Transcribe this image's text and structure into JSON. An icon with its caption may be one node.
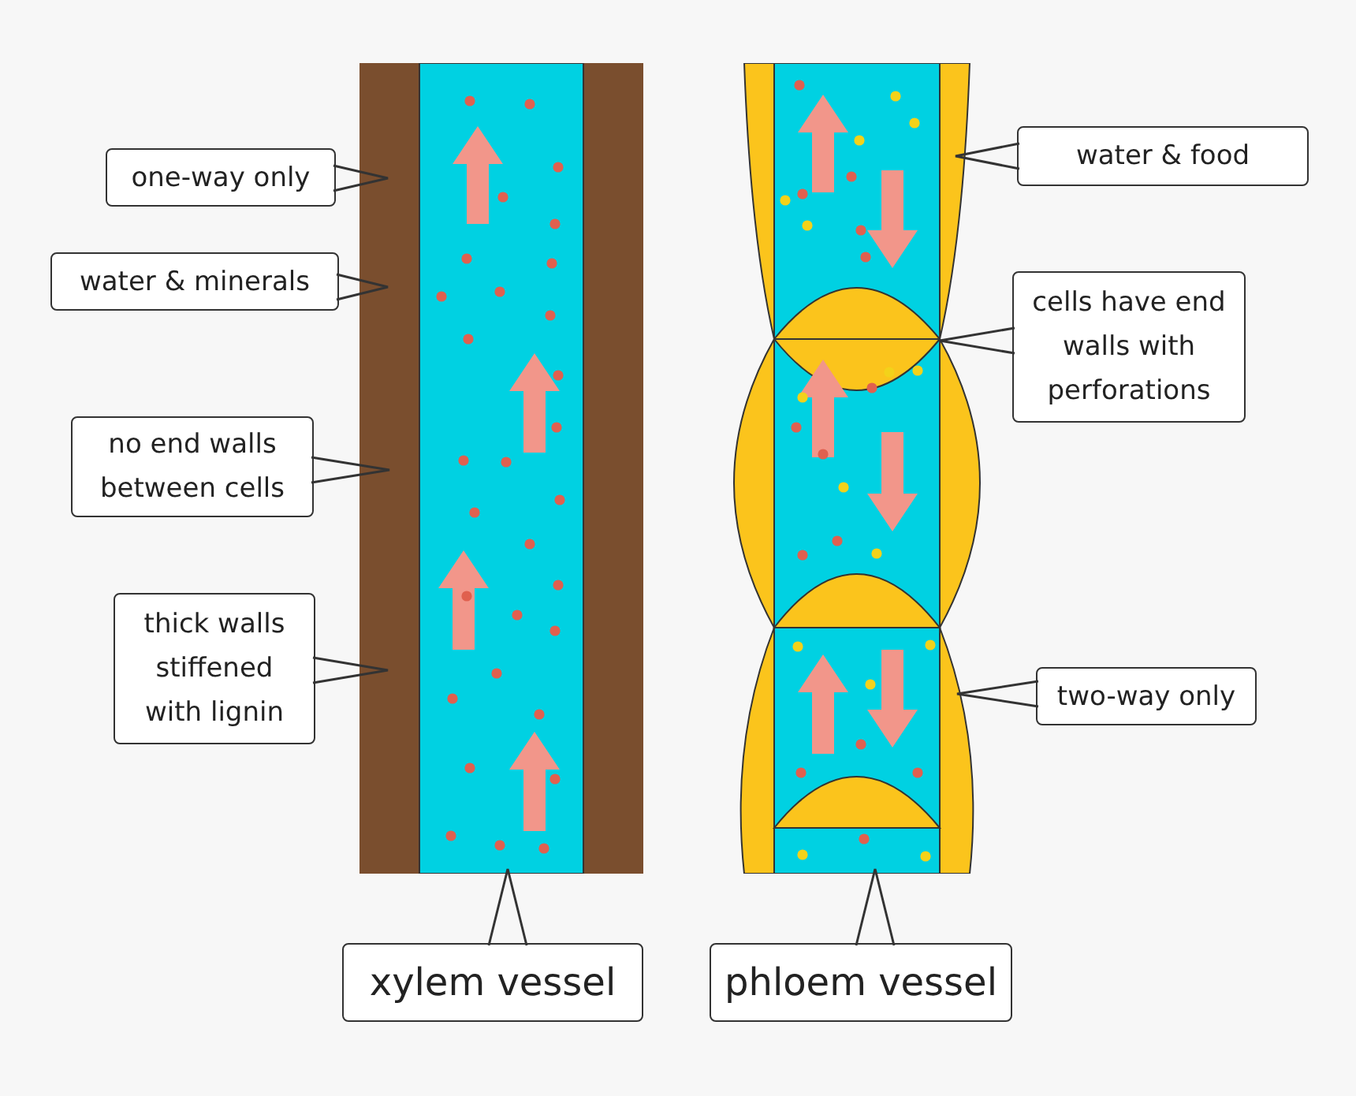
{
  "diagram": {
    "nodes": [
      {
        "text": [],
        "shape": "picture"
      },
      {
        "text": [],
        "shape": "picture"
      },
      {
        "text": [
          "one-way only"
        ]
      },
      {
        "text": [
          "water & minerals"
        ]
      },
      {
        "text": [
          "no end walls between cells"
        ]
      },
      {
        "text": [
          "thick walls stiffened with lignin"
        ]
      },
      {
        "text": [
          "water & food"
        ]
      },
      {
        "text": [
          "cells have end walls with perforations"
        ]
      },
      {
        "text": [
          "two-way only"
        ]
      },
      {
        "text": [
          "xylem vessel"
        ]
      },
      {
        "text": [
          "phloem vessel"
        ]
      }
    ],
    "edges": [
      {
        "from": 2,
        "to": 0,
        "arrow": "none"
      },
      {
        "from": 3,
        "to": 0,
        "arrow": "none"
      },
      {
        "from": 4,
        "to": 0,
        "arrow": "none"
      },
      {
        "from": 5,
        "to": 0,
        "arrow": "none"
      },
      {
        "from": 6,
        "to": 1,
        "arrow": "none"
      },
      {
        "from": 7,
        "to": 1,
        "arrow": "none"
      },
      {
        "from": 8,
        "to": 1,
        "arrow": "none"
      },
      {
        "from": 9,
        "to": 0,
        "arrow": "none"
      },
      {
        "from": 10,
        "to": 1,
        "arrow": "none"
      }
    ]
  }
}
